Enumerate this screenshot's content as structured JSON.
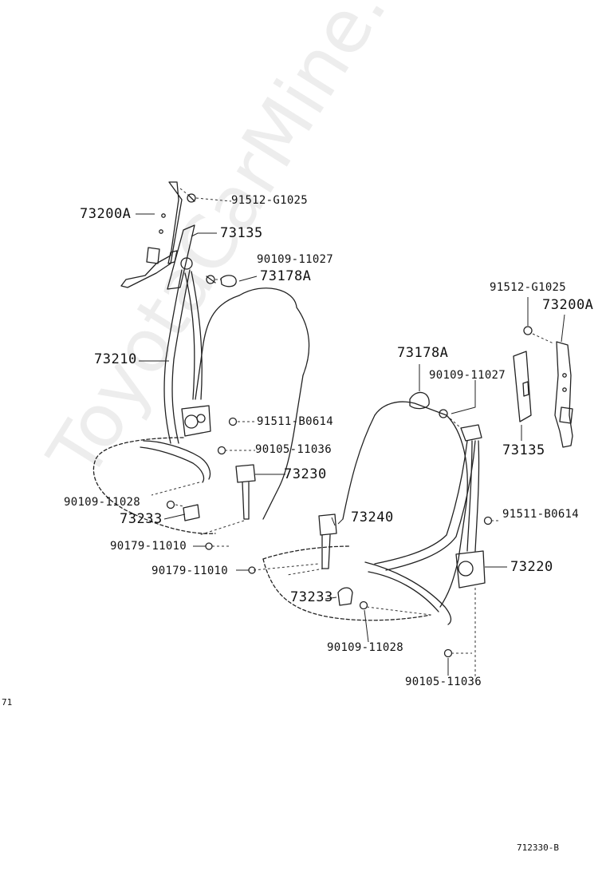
{
  "watermark": "ToyotaCarMine.ru",
  "figure_code": "712330-B",
  "edge_mark": "71",
  "labels": {
    "l73200a_left": "73200A",
    "l91512_left": "91512-G1025",
    "l73135_left": "73135",
    "l90109_11027_left": "90109-11027",
    "l73178a_left": "73178A",
    "l73210": "73210",
    "l91511_left": "91511-B0614",
    "l90105_left": "90105-11036",
    "l73230": "73230",
    "l90109_11028_left": "90109-11028",
    "l73233_left": "73233",
    "l90179_a": "90179-11010",
    "l90179_b": "90179-11010",
    "l91512_right": "91512-G1025",
    "l73200a_right": "73200A",
    "l73178a_right": "73178A",
    "l90109_11027_right": "90109-11027",
    "l73135_right": "73135",
    "l73240": "73240",
    "l91511_right": "91511-B0614",
    "l73220": "73220",
    "l73233_right": "73233",
    "l90109_11028_right": "90109-11028",
    "l90105_right": "90105-11036"
  }
}
